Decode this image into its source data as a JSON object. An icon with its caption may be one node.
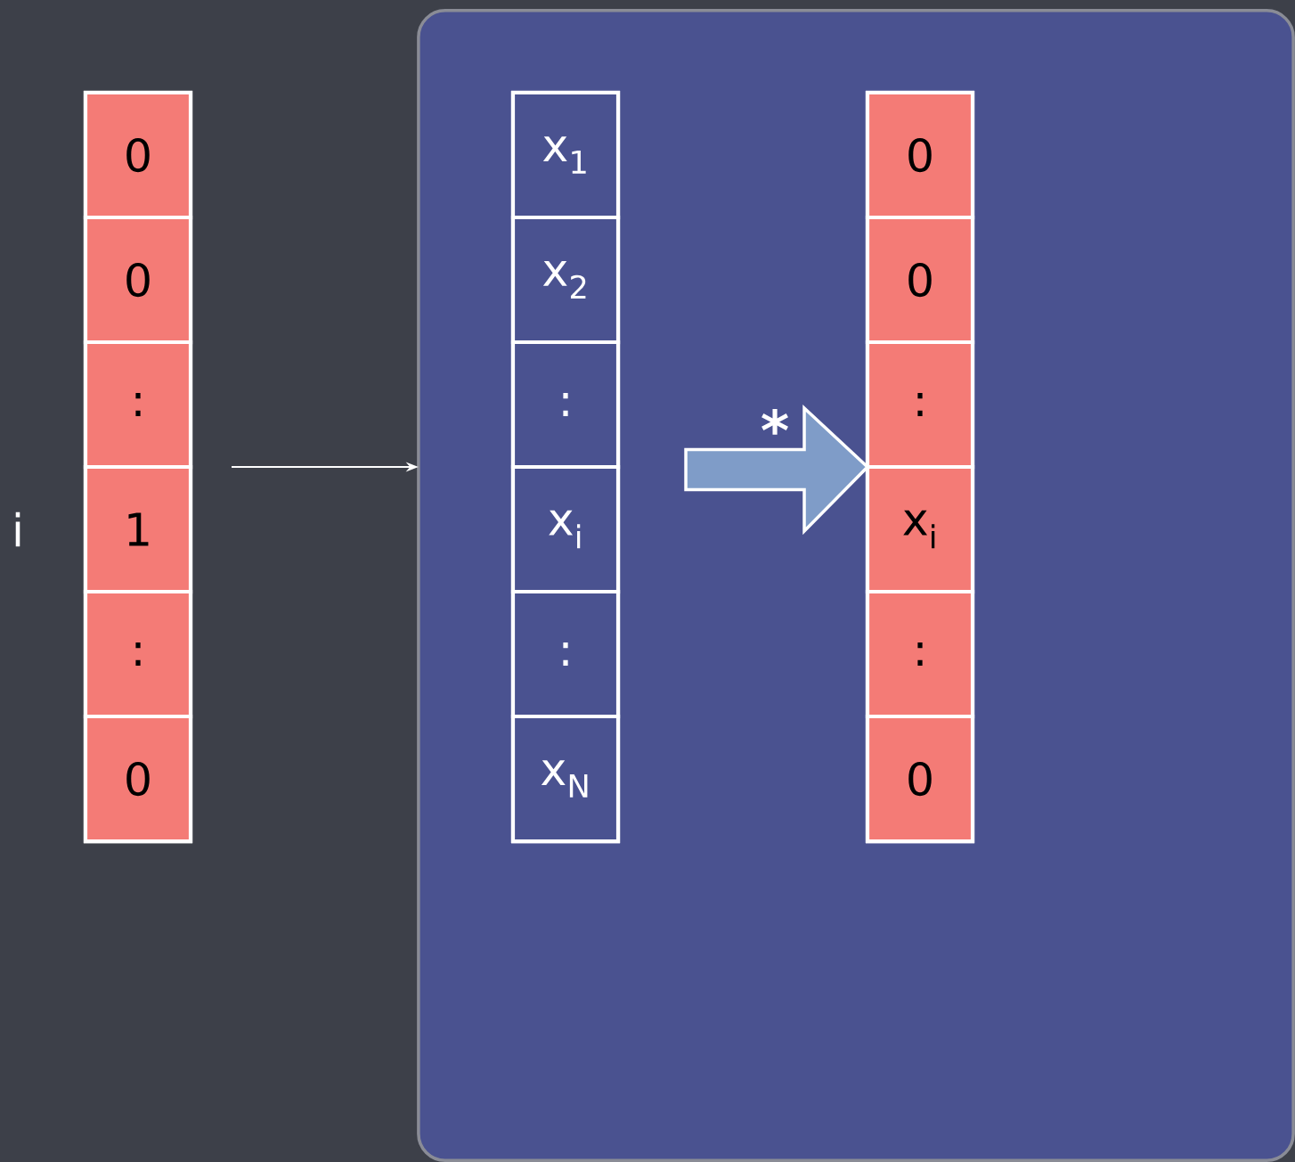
{
  "diagram": {
    "nodes": [
      {
        "text": [],
        "shape": "bar"
      },
      {
        "text": [
          "0"
        ],
        "in": 0
      },
      {
        "text": [
          "0"
        ],
        "in": 0
      },
      {
        "text": [
          ":"
        ],
        "in": 0
      },
      {
        "text": [
          "1"
        ],
        "in": 0,
        "beside": [
          "i"
        ]
      },
      {
        "text": [
          ":"
        ],
        "in": 0
      },
      {
        "text": [
          "0"
        ],
        "in": 0
      },
      {
        "text": [],
        "shape": "box"
      },
      {
        "text": [],
        "shape": "bar",
        "in": 7
      },
      {
        "text": [
          "x$_{1}$"
        ],
        "in": 8
      },
      {
        "text": [
          "x$_{2}$"
        ],
        "in": 8
      },
      {
        "text": [
          ":"
        ],
        "in": 8
      },
      {
        "text": [
          "x$_{i}$"
        ],
        "in": 8
      },
      {
        "text": [
          ":"
        ],
        "in": 8
      },
      {
        "text": [
          "x$_{N}$"
        ],
        "in": 8
      },
      {
        "text": [],
        "shape": "bar",
        "in": 7
      },
      {
        "text": [
          "0"
        ],
        "in": 15
      },
      {
        "text": [
          "0"
        ],
        "in": 15
      },
      {
        "text": [
          ":"
        ],
        "in": 15
      },
      {
        "text": [
          "x$_{i}$"
        ],
        "in": 15
      },
      {
        "text": [
          ":"
        ],
        "in": 15
      },
      {
        "text": [
          "0"
        ],
        "in": 15
      }
    ],
    "edges": [
      {
        "from": 0,
        "to": 7,
        "arrow": "to"
      },
      {
        "from": 8,
        "to": 15,
        "arrow": "to",
        "label": "*",
        "style": "thick"
      }
    ]
  }
}
